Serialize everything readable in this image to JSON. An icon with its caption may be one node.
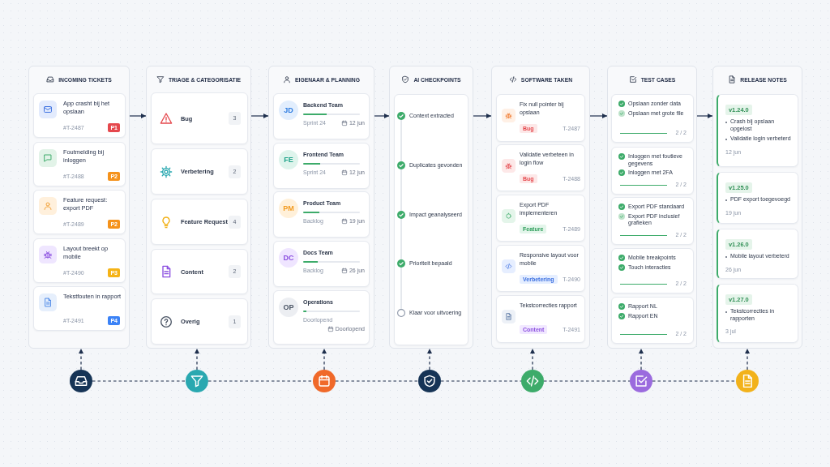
{
  "diagram": {
    "nodes": [
      {
        "text": [
          "INCOMING TICKETS"
        ]
      },
      {
        "text": [
          "App crasht bij het opslaan",
          "#T-2487",
          "P1"
        ],
        "in": 0
      },
      {
        "text": [
          "Foutmelding bij inloggen",
          "#T-2488",
          "P2"
        ],
        "in": 0
      },
      {
        "text": [
          "Feature request: export PDF",
          "#T-2489",
          "P2"
        ],
        "in": 0
      },
      {
        "text": [
          "Layout breekt op mobile",
          "#T-2490",
          "P3"
        ],
        "in": 0
      },
      {
        "text": [
          "Tekstfouten in rapport",
          "#T-2491",
          "P4"
        ],
        "in": 0
      },
      {
        "text": [
          "TRIAGE & CATEGORISATIE"
        ]
      },
      {
        "text": [
          "Bug",
          "3"
        ],
        "in": 6
      },
      {
        "text": [
          "Verbetering",
          "2"
        ],
        "in": 6
      },
      {
        "text": [
          "Feature Request",
          "4"
        ],
        "in": 6
      },
      {
        "text": [
          "Content",
          "2"
        ],
        "in": 6
      },
      {
        "text": [
          "Overig",
          "1"
        ],
        "in": 6
      },
      {
        "text": [
          "EIGENAAR & PLANNING"
        ]
      },
      {
        "text": [
          "JD",
          "Backend Team",
          "Sprint 24",
          "12 jun"
        ],
        "in": 12
      },
      {
        "text": [
          "FE",
          "Frontend Team",
          "Sprint 24",
          "12 jun"
        ],
        "in": 12
      },
      {
        "text": [
          "PM",
          "Product Team",
          "Backlog",
          "19 jun"
        ],
        "in": 12
      },
      {
        "text": [
          "DC",
          "Docs Team",
          "Backlog",
          "26 jun"
        ],
        "in": 12
      },
      {
        "text": [
          "OP",
          "Operations",
          "Doorlopend",
          "Doorlopend"
        ],
        "in": 12
      },
      {
        "text": [
          "AI CHECKPOINTS"
        ]
      },
      {
        "text": [],
        "shape": "box",
        "in": 18
      },
      {
        "text": [
          "Context extracted"
        ],
        "in": 19
      },
      {
        "text": [
          "Duplicates gevonden"
        ],
        "in": 19
      },
      {
        "text": [
          "Impact geanalyseerd"
        ],
        "in": 19
      },
      {
        "text": [
          "Prioriteit bepaald"
        ],
        "in": 19
      },
      {
        "text": [
          "Klaar voor uitvoering"
        ],
        "in": 19
      },
      {
        "text": [
          "SOFTWARE TAKEN"
        ]
      },
      {
        "text": [
          "Fix null pointer bij opslaan",
          "Bug",
          "T-2487"
        ],
        "in": 25
      },
      {
        "text": [
          "Validatie verbeteen in login flow",
          "Bug",
          "T-2488"
        ],
        "in": 25
      },
      {
        "text": [
          "Export PDF implementeren",
          "Feature",
          "T-2489"
        ],
        "in": 25
      },
      {
        "text": [
          "Responsive layout voor mobile",
          "Verbetering",
          "T-2490"
        ],
        "in": 25
      },
      {
        "text": [
          "Tekstcorrecties rapport",
          "Content",
          "T-2491"
        ],
        "in": 25
      },
      {
        "text": [
          "TEST CASES"
        ]
      },
      {
        "text": [
          "Opslaan zonder data",
          "Opslaan met grote file",
          "2 / 2"
        ],
        "in": 31
      },
      {
        "text": [
          "Inloggen met foutieve gegevens",
          "Inloggen met 2FA",
          "2 / 2"
        ],
        "in": 31
      },
      {
        "text": [
          "Export PDF standaard",
          "Export PDF inclusief grafieken",
          "2 / 2"
        ],
        "in": 31
      },
      {
        "text": [
          "Mobile breakpoints",
          "Touch interacties",
          "2 / 2"
        ],
        "in": 31
      },
      {
        "text": [
          "Rapport NL",
          "Rapport EN",
          "2 / 2"
        ],
        "in": 31
      },
      {
        "text": [
          "RELEASE NOTES"
        ]
      },
      {
        "text": [
          "v1.24.0",
          "Crash bij opslaan opgelost",
          "Validatie login verbeterd",
          "12 jun"
        ],
        "in": 37
      },
      {
        "text": [
          "v1.25.0",
          "PDF export toegevoegd",
          "19 jun"
        ],
        "in": 37
      },
      {
        "text": [
          "v1.26.0",
          "Mobile layout verbeterd",
          "26 jun"
        ],
        "in": 37
      },
      {
        "text": [
          "v1.27.0",
          "Tekstcorrecties in rapporten",
          "3 jul"
        ],
        "in": 37
      },
      {
        "text": [],
        "shape": "circle"
      },
      {
        "text": [],
        "shape": "circle"
      },
      {
        "text": [],
        "shape": "circle"
      },
      {
        "text": [],
        "shape": "circle"
      },
      {
        "text": [],
        "shape": "circle"
      },
      {
        "text": [],
        "shape": "circle"
      },
      {
        "text": [],
        "shape": "circle"
      }
    ],
    "edges": [
      {
        "from": 0,
        "to": 6,
        "arrow": "to"
      },
      {
        "from": 6,
        "to": 12,
        "arrow": "to"
      },
      {
        "from": 12,
        "to": 18,
        "arrow": "to"
      },
      {
        "from": 18,
        "to": 25,
        "arrow": "to"
      },
      {
        "from": 25,
        "to": 31,
        "arrow": "to"
      },
      {
        "from": 31,
        "to": 37,
        "arrow": "to"
      },
      {
        "from": 20,
        "to": 21,
        "arrow": "none",
        "color": "#cbd2dc"
      },
      {
        "from": 21,
        "to": 22,
        "arrow": "none",
        "color": "#cbd2dc"
      },
      {
        "from": 22,
        "to": 23,
        "arrow": "none",
        "color": "#cbd2dc"
      },
      {
        "from": 23,
        "to": 24,
        "arrow": "none",
        "color": "#cbd2dc"
      },
      {
        "from": 42,
        "to": 0,
        "arrow": "to",
        "style": "dashed"
      },
      {
        "from": 43,
        "to": 6,
        "arrow": "to",
        "style": "dashed"
      },
      {
        "from": 44,
        "to": 12,
        "arrow": "to",
        "style": "dashed"
      },
      {
        "from": 45,
        "to": 18,
        "arrow": "to",
        "style": "dashed"
      },
      {
        "from": 46,
        "to": 25,
        "arrow": "to",
        "style": "dashed"
      },
      {
        "from": 47,
        "to": 31,
        "arrow": "to",
        "style": "dashed"
      },
      {
        "from": 48,
        "to": 37,
        "arrow": "to",
        "style": "dashed"
      },
      {
        "from": 42,
        "to": 43,
        "arrow": "none",
        "style": "dashed"
      },
      {
        "from": 43,
        "to": 44,
        "arrow": "none",
        "style": "dashed"
      },
      {
        "from": 44,
        "to": 45,
        "arrow": "none",
        "style": "dashed"
      },
      {
        "from": 45,
        "to": 46,
        "arrow": "none",
        "style": "dashed"
      },
      {
        "from": 46,
        "to": 47,
        "arrow": "none",
        "style": "dashed"
      },
      {
        "from": 47,
        "to": 48,
        "arrow": "none",
        "style": "dashed"
      }
    ]
  }
}
